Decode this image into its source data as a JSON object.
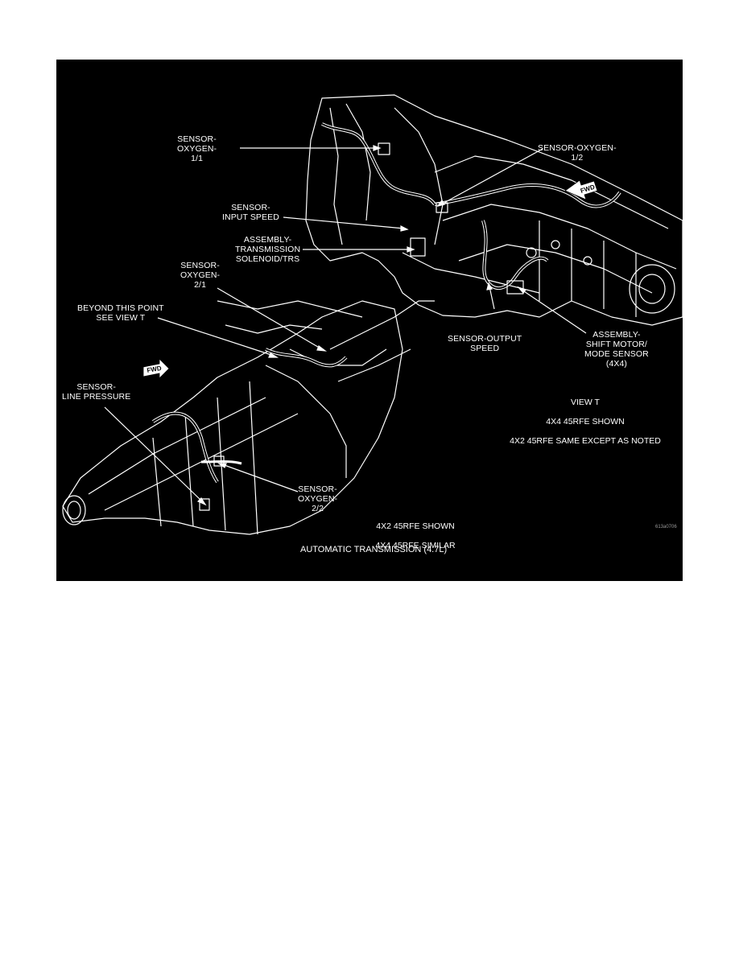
{
  "figure": {
    "caption": "AUTOMATIC TRANSMISSION  (4.7L)",
    "figure_id": "613a0706",
    "view_note": {
      "line1": "VIEW T",
      "line2": "4X4  45RFE  SHOWN",
      "line3": "4X2  45RFE  SAME  EXCEPT  AS  NOTED"
    },
    "lower_note": {
      "line1": "4X2  45RFE  SHOWN",
      "line2": "4X4  45RFE  SIMILAR"
    },
    "labels": {
      "o2_11": "SENSOR-\nOXYGEN-\n1/1",
      "o2_12": "SENSOR-OXYGEN-\n1/2",
      "input_speed": "SENSOR-\nINPUT SPEED",
      "solenoid": "ASSEMBLY-\nTRANSMISSION\nSOLENOID/TRS",
      "o2_21": "SENSOR-\nOXYGEN-\n2/1",
      "beyond": "BEYOND THIS POINT\nSEE VIEW T",
      "line_pressure": "SENSOR-\nLINE PRESSURE",
      "output_speed": "SENSOR-OUTPUT\nSPEED",
      "shift_motor": "ASSEMBLY-\nSHIFT MOTOR/\nMODE SENSOR\n(4X4)",
      "o2_22": "SENSOR-\nOXYGEN-\n2/2"
    },
    "fwd_arrows": [
      "FWD",
      "FWD"
    ]
  }
}
